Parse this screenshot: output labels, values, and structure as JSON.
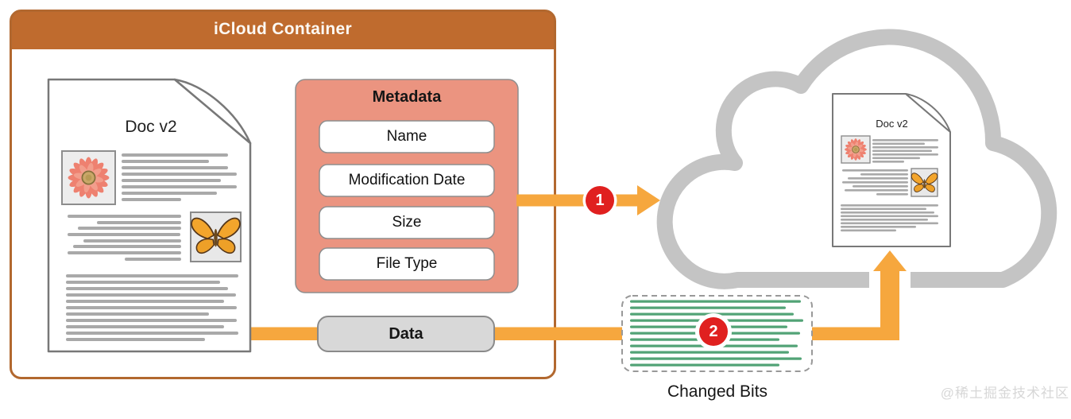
{
  "container": {
    "title": "iCloud Container"
  },
  "document": {
    "title": "Doc v2"
  },
  "metadata": {
    "title": "Metadata",
    "fields": [
      "Name",
      "Modification Date",
      "Size",
      "File Type"
    ]
  },
  "data_pill": {
    "label": "Data"
  },
  "badges": {
    "step1": "1",
    "step2": "2"
  },
  "changed_bits": {
    "label": "Changed Bits"
  },
  "cloud_document": {
    "title": "Doc v2"
  },
  "watermark": "@稀土掘金技术社区",
  "icons": {
    "flower": "gerbera-flower-image",
    "butterfly": "butterfly-image",
    "cloud": "icloud-cloud-icon",
    "document": "dog-ear-document-icon"
  },
  "colors": {
    "container_brown": "#bf6b2e",
    "container_border": "#b2682f",
    "metadata_salmon": "#eb9480",
    "arrow_orange": "#f6a73e",
    "badge_red": "#e0201f",
    "changed_bits_green": "#52a376",
    "cloud_gray": "#c4c4c4",
    "pill_gray": "#d8d8d8",
    "text_line_gray": "#a9a9a9"
  }
}
